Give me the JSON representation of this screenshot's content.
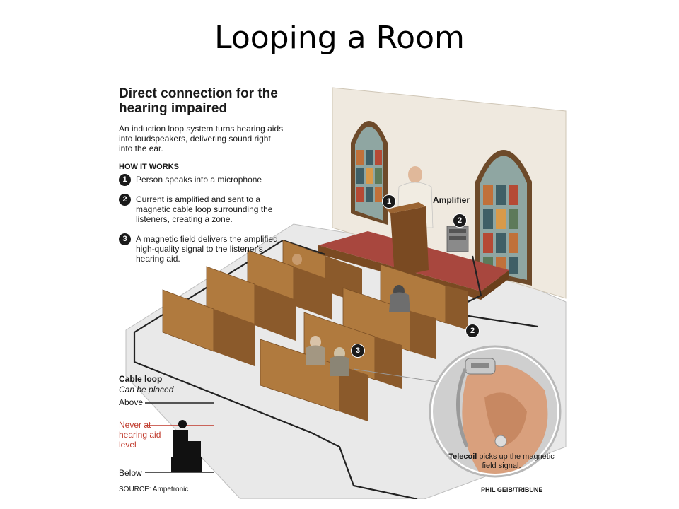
{
  "slide": {
    "title": "Looping a Room"
  },
  "infographic": {
    "headline": "Direct connection for the hearing impaired",
    "intro": "An induction loop system turns hearing aids into loudspeakers, delivering sound right into the ear.",
    "how_it_works": {
      "heading": "HOW IT WORKS",
      "steps": [
        {
          "number": "1",
          "text": "Person speaks into a microphone"
        },
        {
          "number": "2",
          "text": "Current is amplified and sent to a magnetic cable loop surrounding the listeners, creating a zone."
        },
        {
          "number": "3",
          "text": "A magnetic field delivers the amplified, high-quality signal to the listener's hearing aid."
        }
      ]
    },
    "labels": {
      "amplifier": "Amplifier"
    },
    "markers": {
      "speaker": "1",
      "amplifier": "2",
      "loop": "2",
      "listener": "3"
    },
    "cable_loop": {
      "title": "Cable loop",
      "subtitle": "Can be placed",
      "above": "Above",
      "never": "Never at hearing aid level",
      "below": "Below"
    },
    "telecoil": {
      "bold": "Telecoil",
      "rest": " picks up the magnetic field signal."
    },
    "source": "SOURCE: Ampetronic",
    "credit": "PHIL GEIB/TRIBUNE"
  },
  "colors": {
    "wall": "#efe9df",
    "floor": "#e8e8e8",
    "pew_front": "#b07a3e",
    "pew_top": "#c99455",
    "pew_side": "#8b5a2b",
    "carpet": "#a8473e",
    "cable": "#222222",
    "accent_red": "#c0392b"
  }
}
